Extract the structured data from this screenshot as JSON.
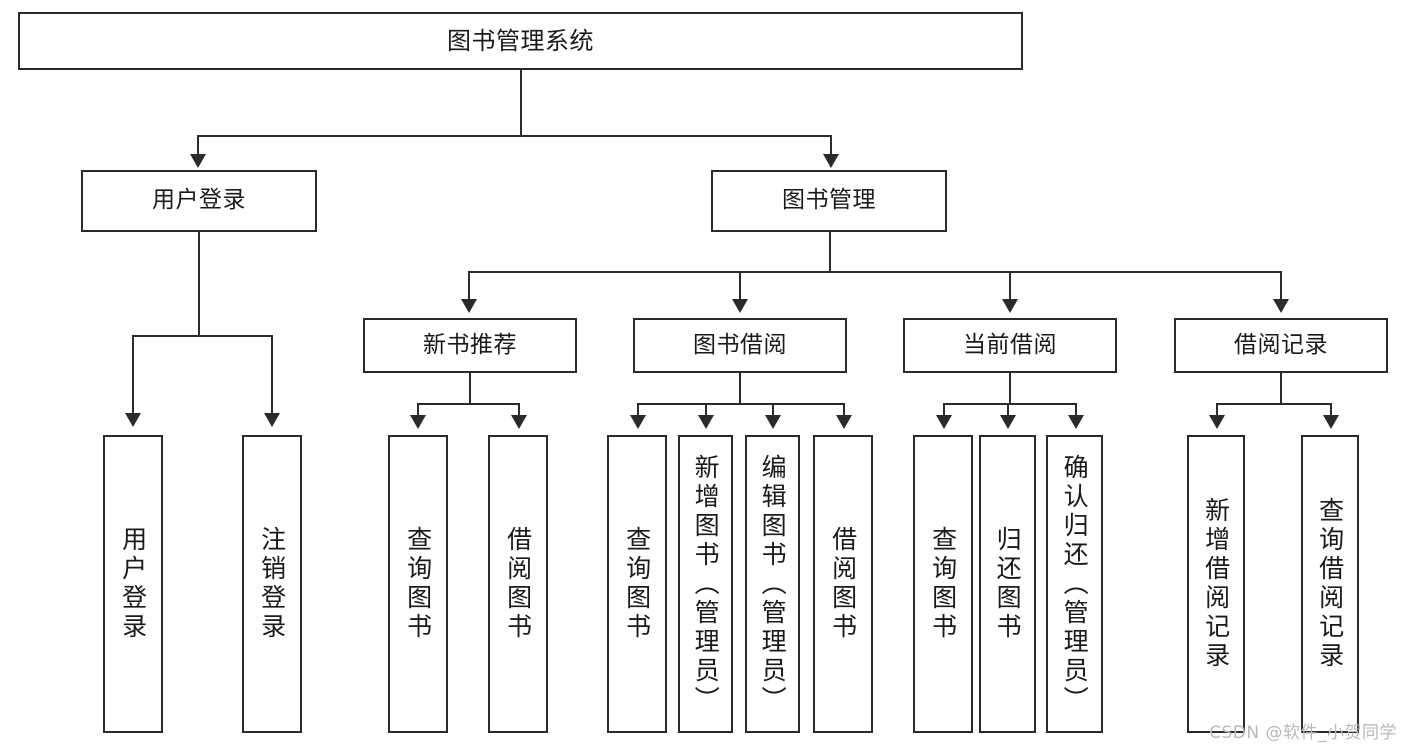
{
  "diagram": {
    "title": "图书管理系统",
    "type": "hierarchy-tree",
    "root": {
      "label": "图书管理系统"
    },
    "level1": [
      {
        "label": "用户登录"
      },
      {
        "label": "图书管理"
      }
    ],
    "level2": [
      {
        "label": "新书推荐"
      },
      {
        "label": "图书借阅"
      },
      {
        "label": "当前借阅"
      },
      {
        "label": "借阅记录"
      }
    ],
    "leaves": {
      "user_login": [
        {
          "label": "用户登录"
        },
        {
          "label": "注销登录"
        }
      ],
      "new_book_recommend": [
        {
          "label": "查询图书"
        },
        {
          "label": "借阅图书"
        }
      ],
      "book_borrow": [
        {
          "label": "查询图书"
        },
        {
          "label": "新增图书（管理员）"
        },
        {
          "label": "编辑图书（管理员）"
        },
        {
          "label": "借阅图书"
        }
      ],
      "current_borrow": [
        {
          "label": "查询图书"
        },
        {
          "label": "归还图书"
        },
        {
          "label": "确认归还（管理员）"
        }
      ],
      "borrow_record": [
        {
          "label": "新增借阅记录"
        },
        {
          "label": "查询借阅记录"
        }
      ]
    }
  },
  "watermark": {
    "text": "CSDN @软件_小贺同学"
  },
  "colors": {
    "stroke": "#2b2b2b",
    "background": "#ffffff",
    "text": "#1a1a1a",
    "watermark": "#b9b9b9"
  }
}
